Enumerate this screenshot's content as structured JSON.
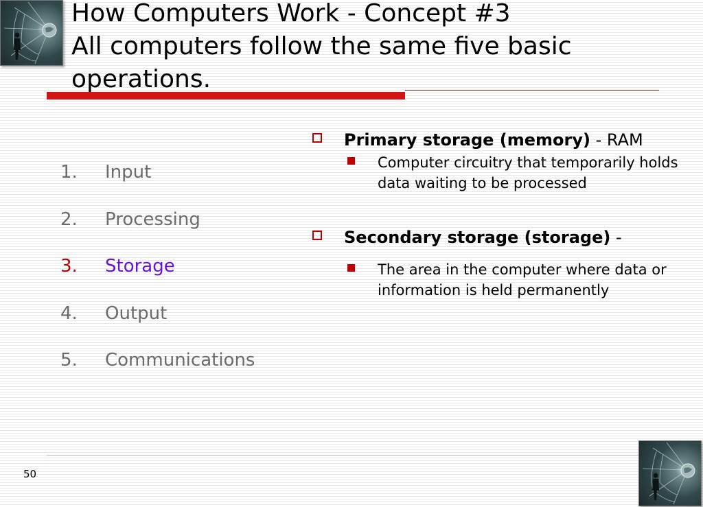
{
  "slide": {
    "title_line1": "How Computers Work - Concept #3",
    "title_line2": "All computers follow the same five basic operations.",
    "page_number": "50"
  },
  "operations": [
    {
      "num": "1.",
      "label": "Input"
    },
    {
      "num": "2.",
      "label": "Processing"
    },
    {
      "num": "3.",
      "label": "Storage"
    },
    {
      "num": "4.",
      "label": "Output"
    },
    {
      "num": "5.",
      "label": "Communications"
    }
  ],
  "storage": {
    "primary": {
      "heading": "Primary storage (memory)",
      "suffix": " - RAM",
      "desc": "Computer circuitry that temporarily holds data waiting to be processed"
    },
    "secondary": {
      "heading": "Secondary storage (storage)",
      "suffix": " -",
      "desc": "The area in the computer where data or information is held permanently"
    }
  },
  "colors": {
    "accent_red": "#d21414",
    "bullet_red": "#c00000",
    "active_purple": "#6a11d8",
    "muted_gray": "#6b6b6b"
  }
}
